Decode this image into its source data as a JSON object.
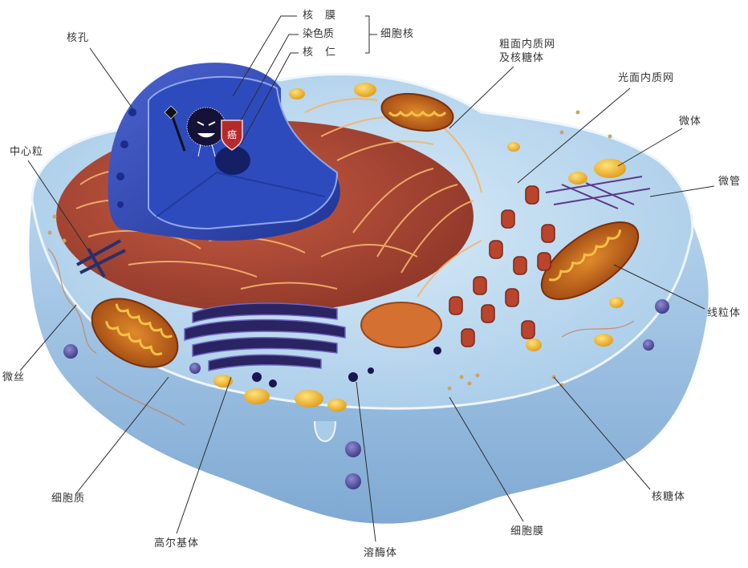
{
  "diagram": {
    "subject": "动物细胞结构模式图",
    "colors": {
      "background": "#ffffff",
      "cytoplasm_base": "#9fc3e3",
      "cytoplasm_top": "#c7e0f2",
      "membrane_edge": "#e8f3fb",
      "nucleus": "#2c47b5",
      "nucleus_dark": "#1d2f8c",
      "nucleus_pore": "#5b74d6",
      "rough_er": "#a8402a",
      "rough_er_highlight": "#f6b46a",
      "golgi": "#2a2463",
      "mitochondria": "#c45f1d",
      "mitochondria_cristae": "#f5c147",
      "lysosome_vesicle": "#f2b430",
      "label_text": "#333333",
      "leader_line": "#2b2b2b",
      "shield": "#b8292c"
    },
    "nucleus_group": {
      "bracket_label": "细胞核",
      "parts": [
        "核　膜",
        "染色质",
        "核　仁"
      ]
    },
    "labels": {
      "nuclear_pore": "核孔",
      "centriole": "中心粒",
      "rough_er": "粗面内质网\n及核糖体",
      "rough_er_line1": "粗面内质网",
      "rough_er_line2": "及核糖体",
      "smooth_er": "光面内质网",
      "microbody": "微体",
      "microtubule": "微管",
      "mitochondrion": "线粒体",
      "microfilament": "微丝",
      "cytoplasm": "细胞质",
      "golgi": "高尔基体",
      "lysosome": "溶酶体",
      "cell_membrane": "细胞膜",
      "ribosome": "核糖体"
    },
    "overlay_character": {
      "description": "cartoon cancer-cell monster holding axe and shield",
      "shield_text": "癌"
    }
  }
}
